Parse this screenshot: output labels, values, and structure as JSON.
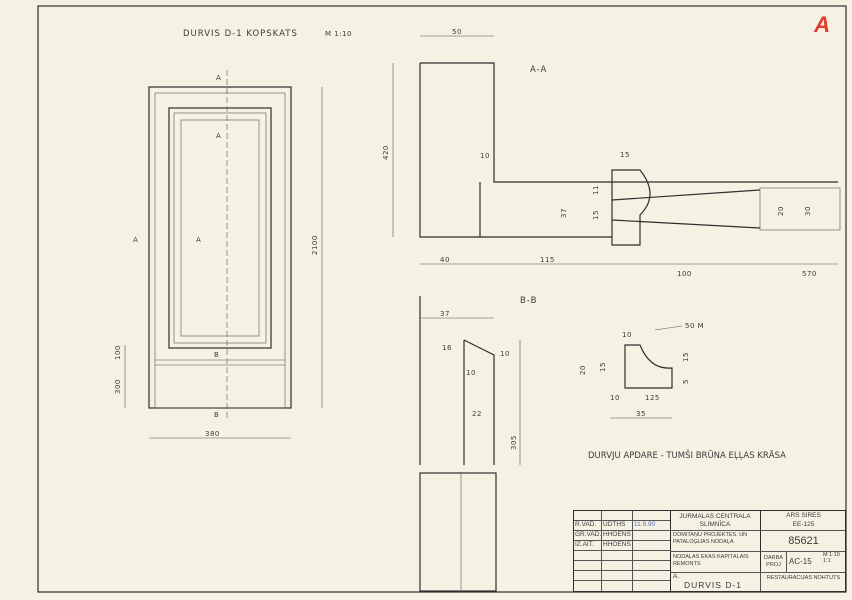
{
  "sheet_letter": "A",
  "elevation": {
    "title": "DURVIS D-1 KOPSKATS",
    "scale": "M 1:10",
    "section_a": "A",
    "section_b": "B",
    "dim_height": "2100",
    "dim_panel": "100",
    "dim_lower": "300",
    "dim_width": "380"
  },
  "section_aa": {
    "title": "A-A",
    "dims": [
      "50",
      "420",
      "10",
      "40",
      "115",
      "37",
      "15",
      "11",
      "15",
      "100",
      "570",
      "20",
      "30"
    ]
  },
  "section_bb": {
    "title": "B-B",
    "dims": [
      "37",
      "16",
      "10",
      "10",
      "22",
      "305"
    ]
  },
  "profile_detail": {
    "label": "50 M",
    "dims": [
      "10",
      "15",
      "20",
      "125",
      "35",
      "10",
      "15",
      "5"
    ]
  },
  "finish_note": "DURVJU APDARE - TUMŠI BRŪNA EĻĻAS KRĀSA",
  "title_block": {
    "client": "JŪRMALAS CENTRĀLĀ SLIMNĪCA",
    "org_top": "ARS SIRES",
    "org_code": "EE-125",
    "dept": "DOMITAŅU PROJEKTĒŠ. UN PATALOĢIJAS NODAĻA",
    "number": "85621",
    "project": "NODAĻAS ĒKAS KAPITĀLAIS REMONTS",
    "stage_label": "DARBA PROJ",
    "stage_code": "AC-15",
    "scale": "M 1:10 1:1",
    "sheet": "A.",
    "drawing": "DURVIS D-1",
    "workshop": "RESTAURĀCIJAS NOHTŪTS",
    "rows": [
      {
        "role": "R.VAD.",
        "name": "UDTHS",
        "date": "11.9.90"
      },
      {
        "role": "GR.VAD.",
        "name": "HHOENS",
        "date": ""
      },
      {
        "role": "IZ.AIT.",
        "name": "HHOENS",
        "date": ""
      }
    ]
  }
}
